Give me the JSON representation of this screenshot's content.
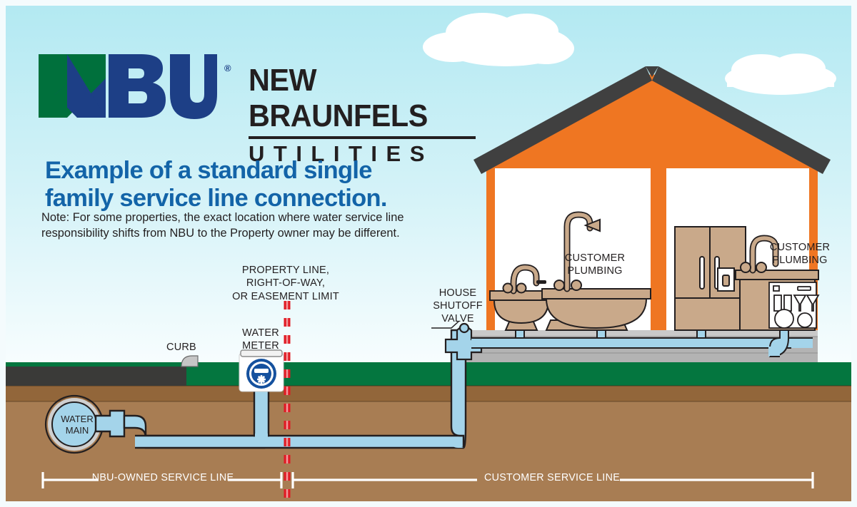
{
  "brand": {
    "logo_mark": "nbu-monogram",
    "registered_mark": "®",
    "name_line1": "NEW BRAUNFELS",
    "name_line2": "UTILITIES",
    "green": "#00703c",
    "blue": "#1d3f86",
    "headline_blue": "#1364a8"
  },
  "headline": "Example of a standard single\nfamily service line connection.",
  "note": "Note: For some properties, the exact location where water service line responsibility shifts from NBU to the Property owner may be different.",
  "diagram": {
    "labels": {
      "property_line": "PROPERTY LINE,\nRIGHT-OF-WAY,\nOR EASEMENT LIMIT",
      "water_meter": "WATER\nMETER",
      "curb": "CURB",
      "house_shutoff_valve": "HOUSE\nSHUTOFF\nVALVE",
      "customer_plumbing_bath": "CUSTOMER\nPLUMBING",
      "customer_plumbing_kitchen": "CUSTOMER\nPLUMBING",
      "water_main": "WATER\nMAIN"
    },
    "brackets": {
      "left": "NBU-OWNED SERVICE LINE",
      "right": "CUSTOMER SERVICE LINE"
    },
    "colors": {
      "sky_top": "#b8eaf2",
      "sky_bottom": "#f2fbfd",
      "cloud": "#ffffff",
      "grass": "#04763f",
      "soil_upper": "#9a6b3c",
      "soil_lower": "#a67c52",
      "road": "#3a3a38",
      "curb_gray": "#c6c6c6",
      "pipe_water": "#a4d4ea",
      "pipe_outline": "#231f20",
      "house_wall": "#ef7622",
      "roof": "#404040",
      "interior": "#ffffff",
      "slab": "#b3b3b3",
      "fixture": "#c9a98a",
      "meter_dial": "#15519e",
      "property_dash": "#e01b24"
    },
    "elements": [
      "water-main",
      "nbu-service-line",
      "water-meter",
      "property-line-dashes",
      "curb",
      "road",
      "customer-service-line",
      "house-shutoff-valve",
      "slab",
      "pedestal-sink",
      "bathtub-shower",
      "refrigerator",
      "kitchen-sink",
      "dishwasher",
      "house-roof",
      "clouds"
    ]
  }
}
